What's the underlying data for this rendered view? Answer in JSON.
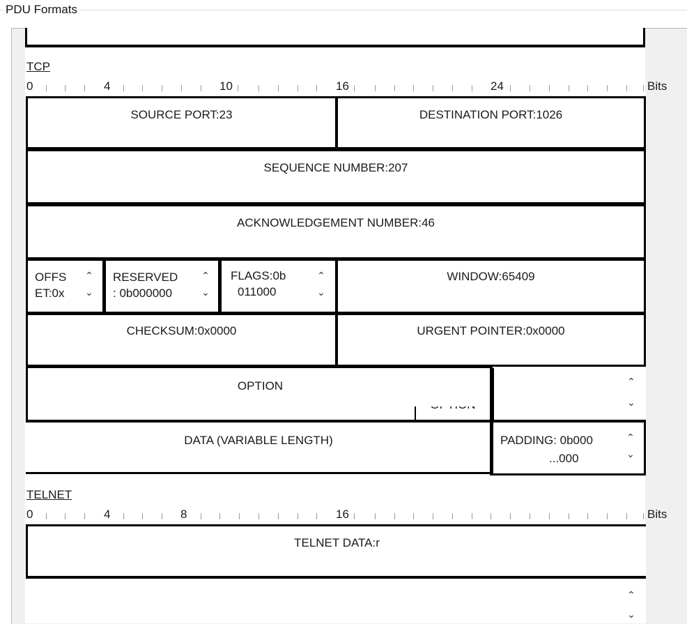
{
  "groupbox": {
    "title": "PDU Formats"
  },
  "tcp": {
    "label": "TCP",
    "ruler": {
      "labels": [
        "0",
        "4",
        "10",
        "16",
        "24"
      ],
      "unit": "Bits"
    },
    "source_port": "SOURCE PORT:23",
    "destination_port": "DESTINATION PORT:1026",
    "sequence_number": "SEQUENCE NUMBER:207",
    "ack_number": "ACKNOWLEDGEMENT NUMBER:46",
    "offset": {
      "line1": "OFFS",
      "line2": "ET:0x"
    },
    "reserved": {
      "line1": "RESERVED",
      "line2": ": 0b000000"
    },
    "flags": {
      "line1": "FLAGS:0b",
      "line2": "011000"
    },
    "window": "WINDOW:65409",
    "checksum": "CHECKSUM:0x0000",
    "urgent_pointer": "URGENT POINTER:0x0000",
    "option": "OPTION",
    "option_overflow": "OPTION",
    "data": "DATA (VARIABLE LENGTH)",
    "padding": {
      "line1": "PADDING: 0b000",
      "line2": "...000"
    }
  },
  "telnet": {
    "label": "TELNET",
    "ruler": {
      "labels": [
        "0",
        "4",
        "8",
        "16"
      ],
      "unit": "Bits"
    },
    "telnet_data": "TELNET DATA:r"
  },
  "icons": {
    "up": "chevron-up-icon",
    "down": "chevron-down-icon"
  }
}
